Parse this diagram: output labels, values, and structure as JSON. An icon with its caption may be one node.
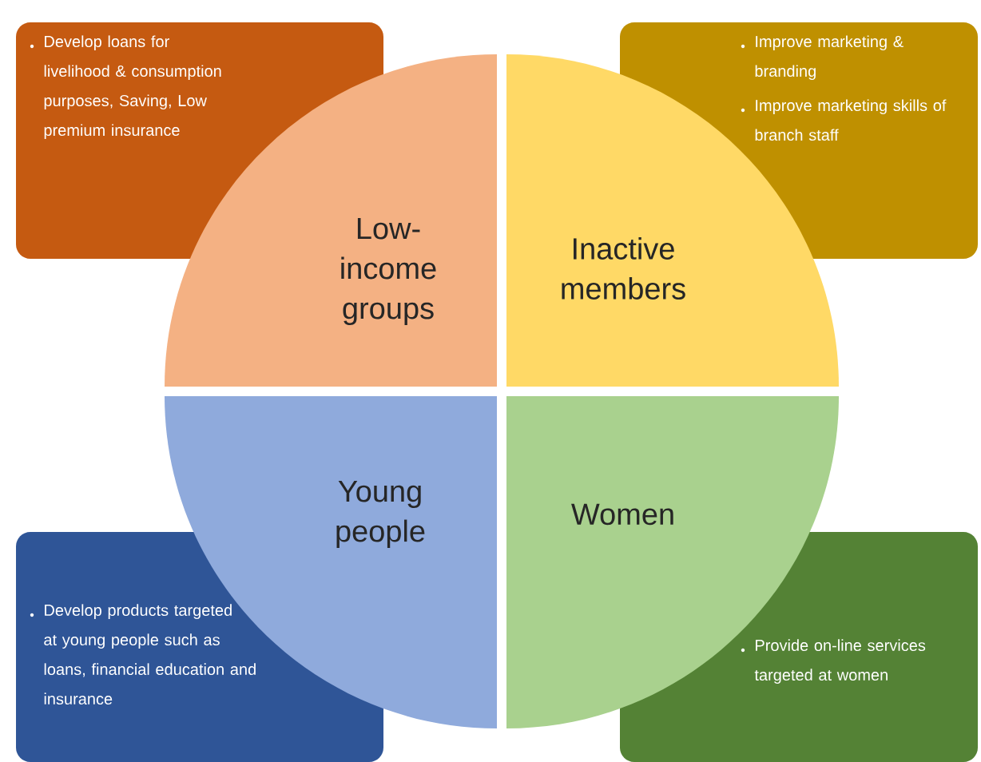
{
  "diagram": {
    "nodes": [
      {
        "text": [
          "Develop loans for livelihood & consumption purposes, Saving, Low premium insurance"
        ]
      },
      {
        "text": [
          "Improve marketing & branding",
          "Improve marketing skills of branch staff"
        ]
      },
      {
        "text": [
          "Low-income groups"
        ]
      },
      {
        "text": [
          "Inactive members"
        ]
      },
      {
        "text": [
          "Develop products targeted at young people such as loans, financial education and insurance"
        ]
      },
      {
        "text": [
          "Young people"
        ]
      },
      {
        "text": [
          "Women"
        ]
      },
      {
        "text": [
          "Provide on-line services targeted at women"
        ]
      }
    ]
  }
}
